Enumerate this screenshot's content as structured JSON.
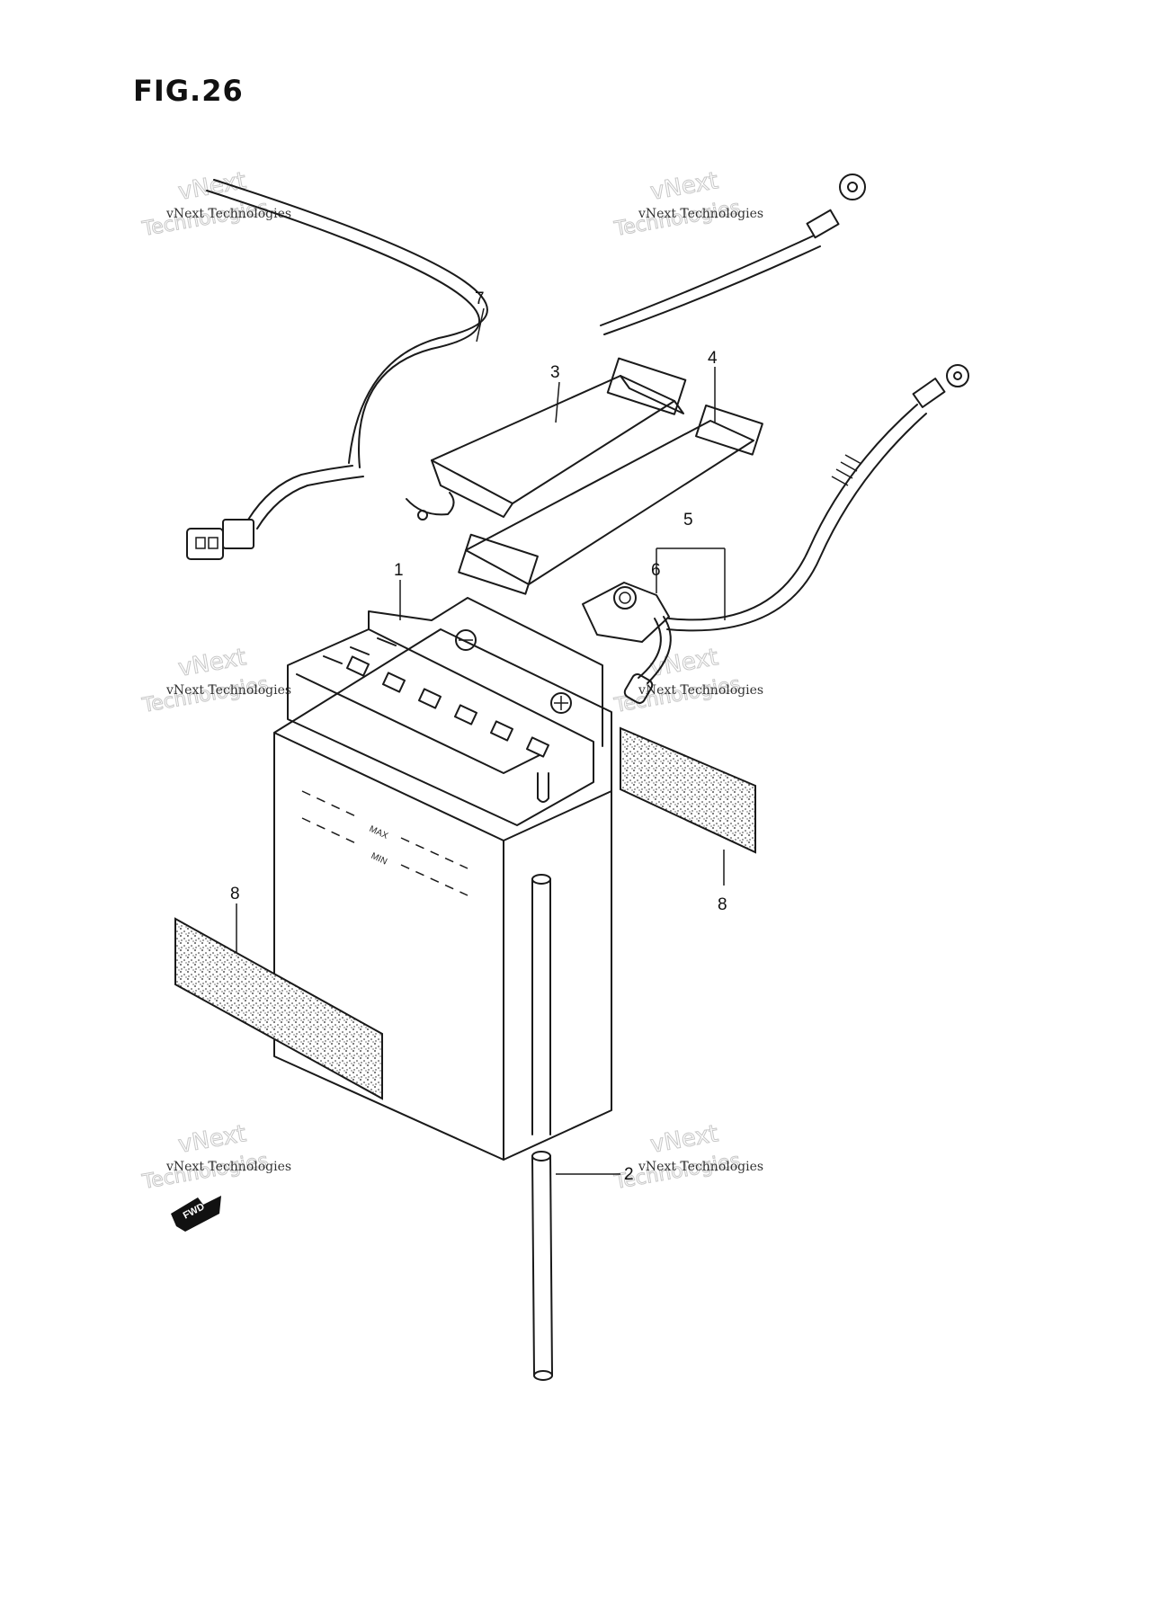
{
  "figure": {
    "title": "FIG.26"
  },
  "callouts": {
    "c1": "1",
    "c2": "2",
    "c3": "3",
    "c4": "4",
    "c5": "5",
    "c6": "6",
    "c7": "7",
    "c8a": "8",
    "c8b": "8"
  },
  "battery": {
    "max_label": "MAX",
    "min_label": "MIN"
  },
  "fwd_label": "FWD",
  "watermark": {
    "line1": "vNext Technologies",
    "line2": "vNext",
    "line3": "Technologies"
  }
}
